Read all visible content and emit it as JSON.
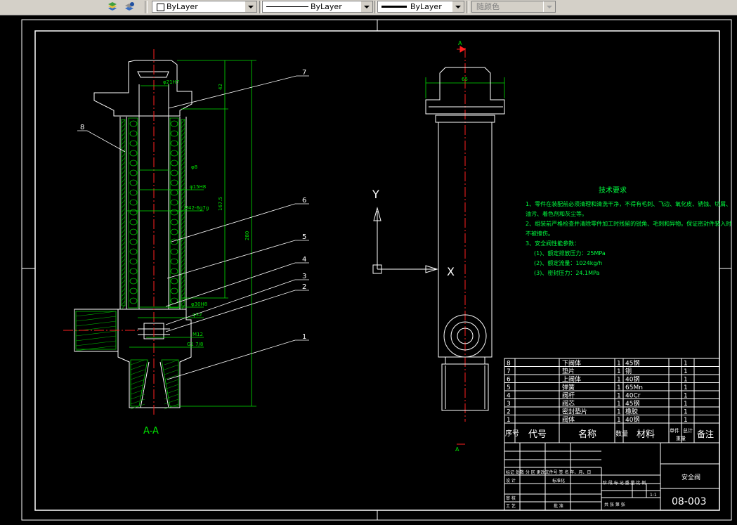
{
  "toolbar": {
    "layer_color_label": "ByLayer",
    "linetype_label": "ByLayer",
    "lineweight_label": "ByLayer",
    "plotstyle_label": "随颜色"
  },
  "drawing": {
    "section_label": "A-A",
    "section_marker": "A",
    "callouts": [
      "1",
      "2",
      "3",
      "4",
      "5",
      "6",
      "7",
      "8"
    ],
    "dims": {
      "d21": "φ21H7",
      "d42top": "42",
      "d8": "φ8",
      "d15": "φ15H8",
      "m42": "M42-6g7g",
      "d1675": "167.5",
      "d280": "280",
      "d30": "φ30H8",
      "d32": "φ32",
      "m12": "M12",
      "g78": "G1 7/8",
      "d65": "65"
    },
    "ucs": {
      "x": "X",
      "y": "Y"
    },
    "tech": {
      "title": "技术要求",
      "lines": [
        "1、零件在装配前必须清理和清洗干净，不得有毛刺、飞边、氧化皮、锈蚀、切屑、",
        "油污、着色剂和灰尘等。",
        "2、组装前严格检查并清除零件加工时残留的锐角、毛刺和异物。保证密封件装入时",
        "不被擦伤。",
        "3、安全阀性能参数：",
        "(1)、额定排放压力：25MPa",
        "(2)、额定流量：1024kg/h",
        "(3)、密封压力：24.1MPa"
      ]
    },
    "bom": [
      {
        "no": "8",
        "name": "下阀体",
        "qty": "1",
        "mat": "45钢",
        "ex": "1"
      },
      {
        "no": "7",
        "name": "垫片",
        "qty": "1",
        "mat": "铜",
        "ex": "1"
      },
      {
        "no": "6",
        "name": "上阀体",
        "qty": "1",
        "mat": "40钢",
        "ex": "1"
      },
      {
        "no": "5",
        "name": "弹簧",
        "qty": "1",
        "mat": "65Mn",
        "ex": "1"
      },
      {
        "no": "4",
        "name": "阀杆",
        "qty": "1",
        "mat": "40Cr",
        "ex": "1"
      },
      {
        "no": "3",
        "name": "阀芯",
        "qty": "1",
        "mat": "45钢",
        "ex": "1"
      },
      {
        "no": "2",
        "name": "密封垫片",
        "qty": "1",
        "mat": "橡胶",
        "ex": "1"
      },
      {
        "no": "1",
        "name": "阀体",
        "qty": "1",
        "mat": "40钢",
        "ex": "1"
      }
    ],
    "bom_header": {
      "no": "序号",
      "code": "代号",
      "name": "名称",
      "qty": "数量",
      "mat": "材料",
      "unit": "单件",
      "total": "总计",
      "weight": "重量",
      "remark": "备注"
    },
    "title_block": {
      "row1": "标记 处数 分 区 更改文件号 签 名 年、月、日",
      "design": "设 计",
      "std": "标准化",
      "stage": "阶 段 标 记   重 量   比 例",
      "review": "审 核",
      "process": "工 艺",
      "approve": "批 准",
      "scale": "1:1",
      "sheets": "共  张  第  张",
      "part_name": "安全阀",
      "drawing_no": "08-003"
    }
  }
}
